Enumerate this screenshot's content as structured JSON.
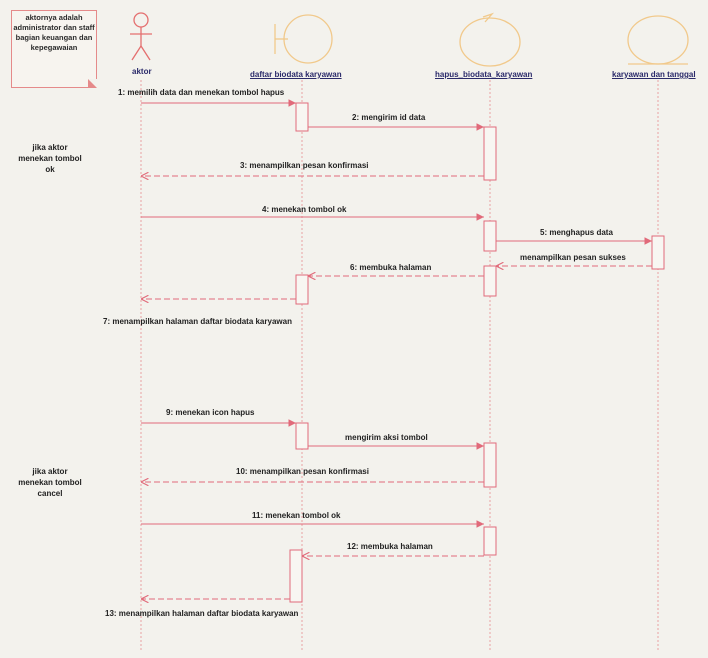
{
  "note": "aktornya adalah administrator dan staff bagian keuangan dan kepegawaian",
  "lifelines": [
    {
      "id": "aktor",
      "label": "aktor",
      "type": "actor"
    },
    {
      "id": "daftar",
      "label": "daftar biodata karyawan",
      "type": "boundary"
    },
    {
      "id": "hapus",
      "label": "hapus_biodata_karyawan",
      "type": "control"
    },
    {
      "id": "karyawan",
      "label": "karyawan dan tanggal",
      "type": "entity"
    }
  ],
  "guards": [
    "jika aktor menekan tombol ok",
    "jika aktor menekan tombol cancel"
  ],
  "messages": [
    "1: memilih data dan menekan tombol hapus",
    "2: mengirim id data",
    "3: menampilkan pesan konfirmasi",
    "4: menekan tombol ok",
    "5: menghapus data",
    "menampilkan pesan sukses",
    "6: membuka halaman",
    "7: menampilkan halaman daftar biodata karyawan",
    "9: menekan icon hapus",
    "mengirim aksi tombol",
    "10: menampilkan pesan konfirmasi",
    "11: menekan tombol ok",
    "12: membuka halaman",
    "13: menampilkan halaman daftar biodata karyawan"
  ],
  "colors": {
    "line": "#e16a7a",
    "lifeline": "#e9a3a3",
    "shape": "#f1c98b",
    "actor": "#e46f6f"
  }
}
